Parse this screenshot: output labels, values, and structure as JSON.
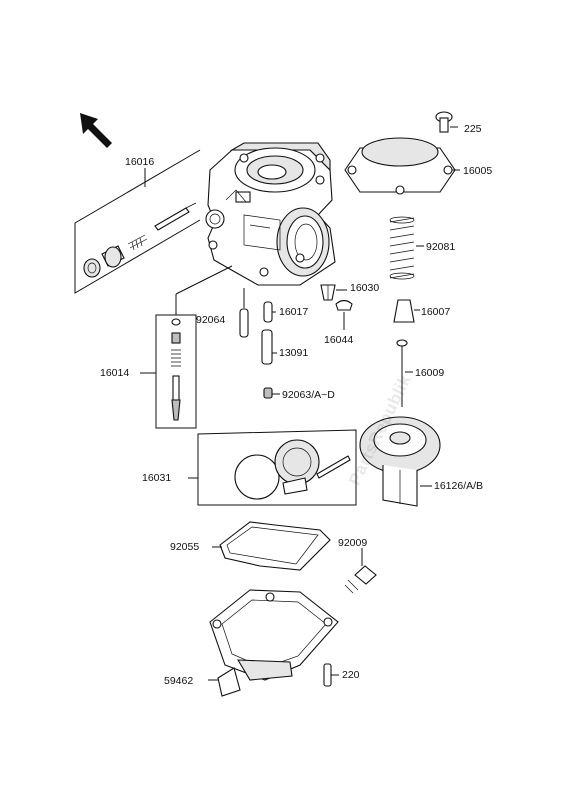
{
  "diagram": {
    "watermark": "PartsRepublik",
    "labels": {
      "p16016": "16016",
      "p225": "225",
      "p16005": "16005",
      "p92081": "92081",
      "p16030": "16030",
      "p92064": "92064",
      "p16017": "16017",
      "p16007": "16007",
      "p16044": "16044",
      "p16014": "16014",
      "p13091": "13091",
      "p16009": "16009",
      "p92063": "92063/A~D",
      "p16031": "16031",
      "p16126": "16126/A/B",
      "p92055": "92055",
      "p92009": "92009",
      "p59462": "59462",
      "p220": "220"
    }
  }
}
